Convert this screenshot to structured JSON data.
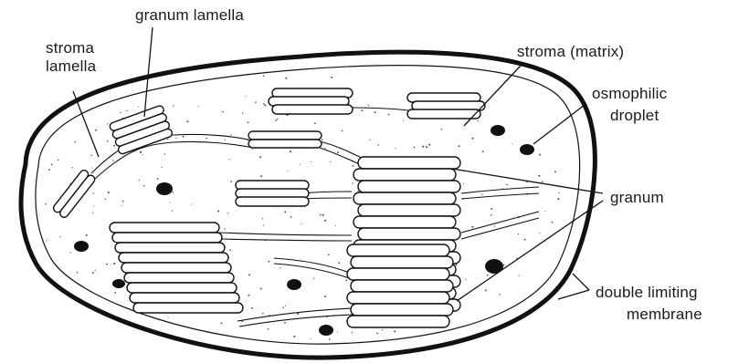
{
  "labels": {
    "granum_lamella": "granum lamella",
    "stroma_lamella_line1": "stroma",
    "stroma_lamella_line2": "lamella",
    "stroma_matrix": "stroma (matrix)",
    "osmophilic_line1": "osmophilic",
    "osmophilic_line2": "droplet",
    "granum": "granum",
    "membrane_line1": "double limiting",
    "membrane_line2": "membrane"
  }
}
